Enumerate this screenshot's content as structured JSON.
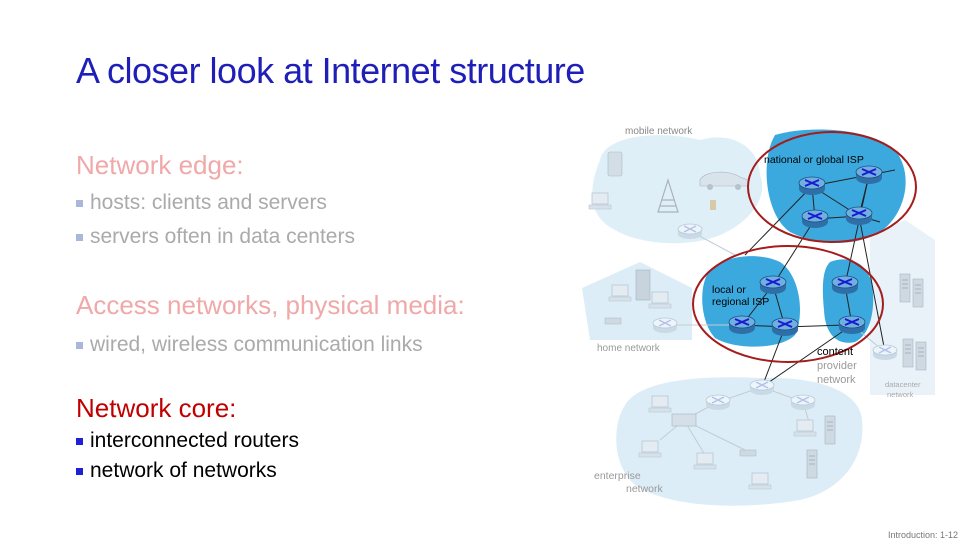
{
  "slide": {
    "title": "A closer look at Internet structure",
    "footer": "Introduction: 1-12"
  },
  "sections": [
    {
      "heading": "Network edge:",
      "state": "faded",
      "bullets": [
        "hosts: clients and servers",
        "servers often in data centers"
      ]
    },
    {
      "heading": "Access networks, physical media:",
      "state": "faded",
      "bullets": [
        "wired, wireless communication links"
      ]
    },
    {
      "heading": "Network core:",
      "state": "active",
      "bullets": [
        "interconnected routers",
        "network of networks"
      ]
    }
  ],
  "diagram": {
    "labels": {
      "mobile": "mobile network",
      "global_isp": "national or global ISP",
      "local_isp_1": "local or",
      "local_isp_2": "regional ISP",
      "home": "home network",
      "content_1": "content",
      "content_2": "provider",
      "content_3": "network",
      "datacenter_1": "datacenter",
      "datacenter_2": "network",
      "enterprise_1": "enterprise",
      "enterprise_2": "network"
    },
    "colors": {
      "title": "#1f1fb8",
      "highlight_ring": "#a51c1c",
      "faded_heading": "#f0a8a8",
      "active_heading": "#c00000",
      "cloud_fill": "#dcedf7",
      "isp_fill": "#3ba9de",
      "router_fill": "#4a90c8",
      "router_cross": "#1a1ad0"
    }
  }
}
